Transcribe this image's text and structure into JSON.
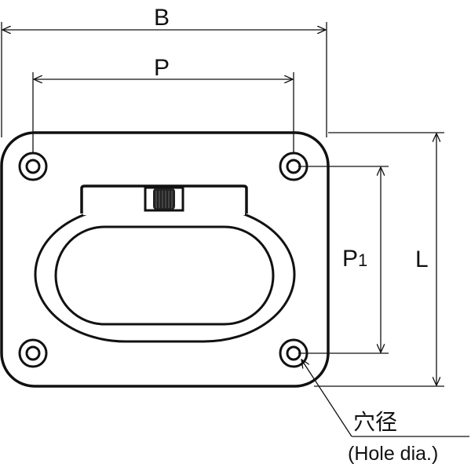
{
  "dimensions": {
    "B": "B",
    "P": "P",
    "P1_main": "P",
    "P1_sub": "1",
    "L": "L"
  },
  "callout": {
    "jp": "穴径",
    "en": "(Hole dia.)"
  },
  "colors": {
    "line": "#111111",
    "background": "#ffffff"
  }
}
